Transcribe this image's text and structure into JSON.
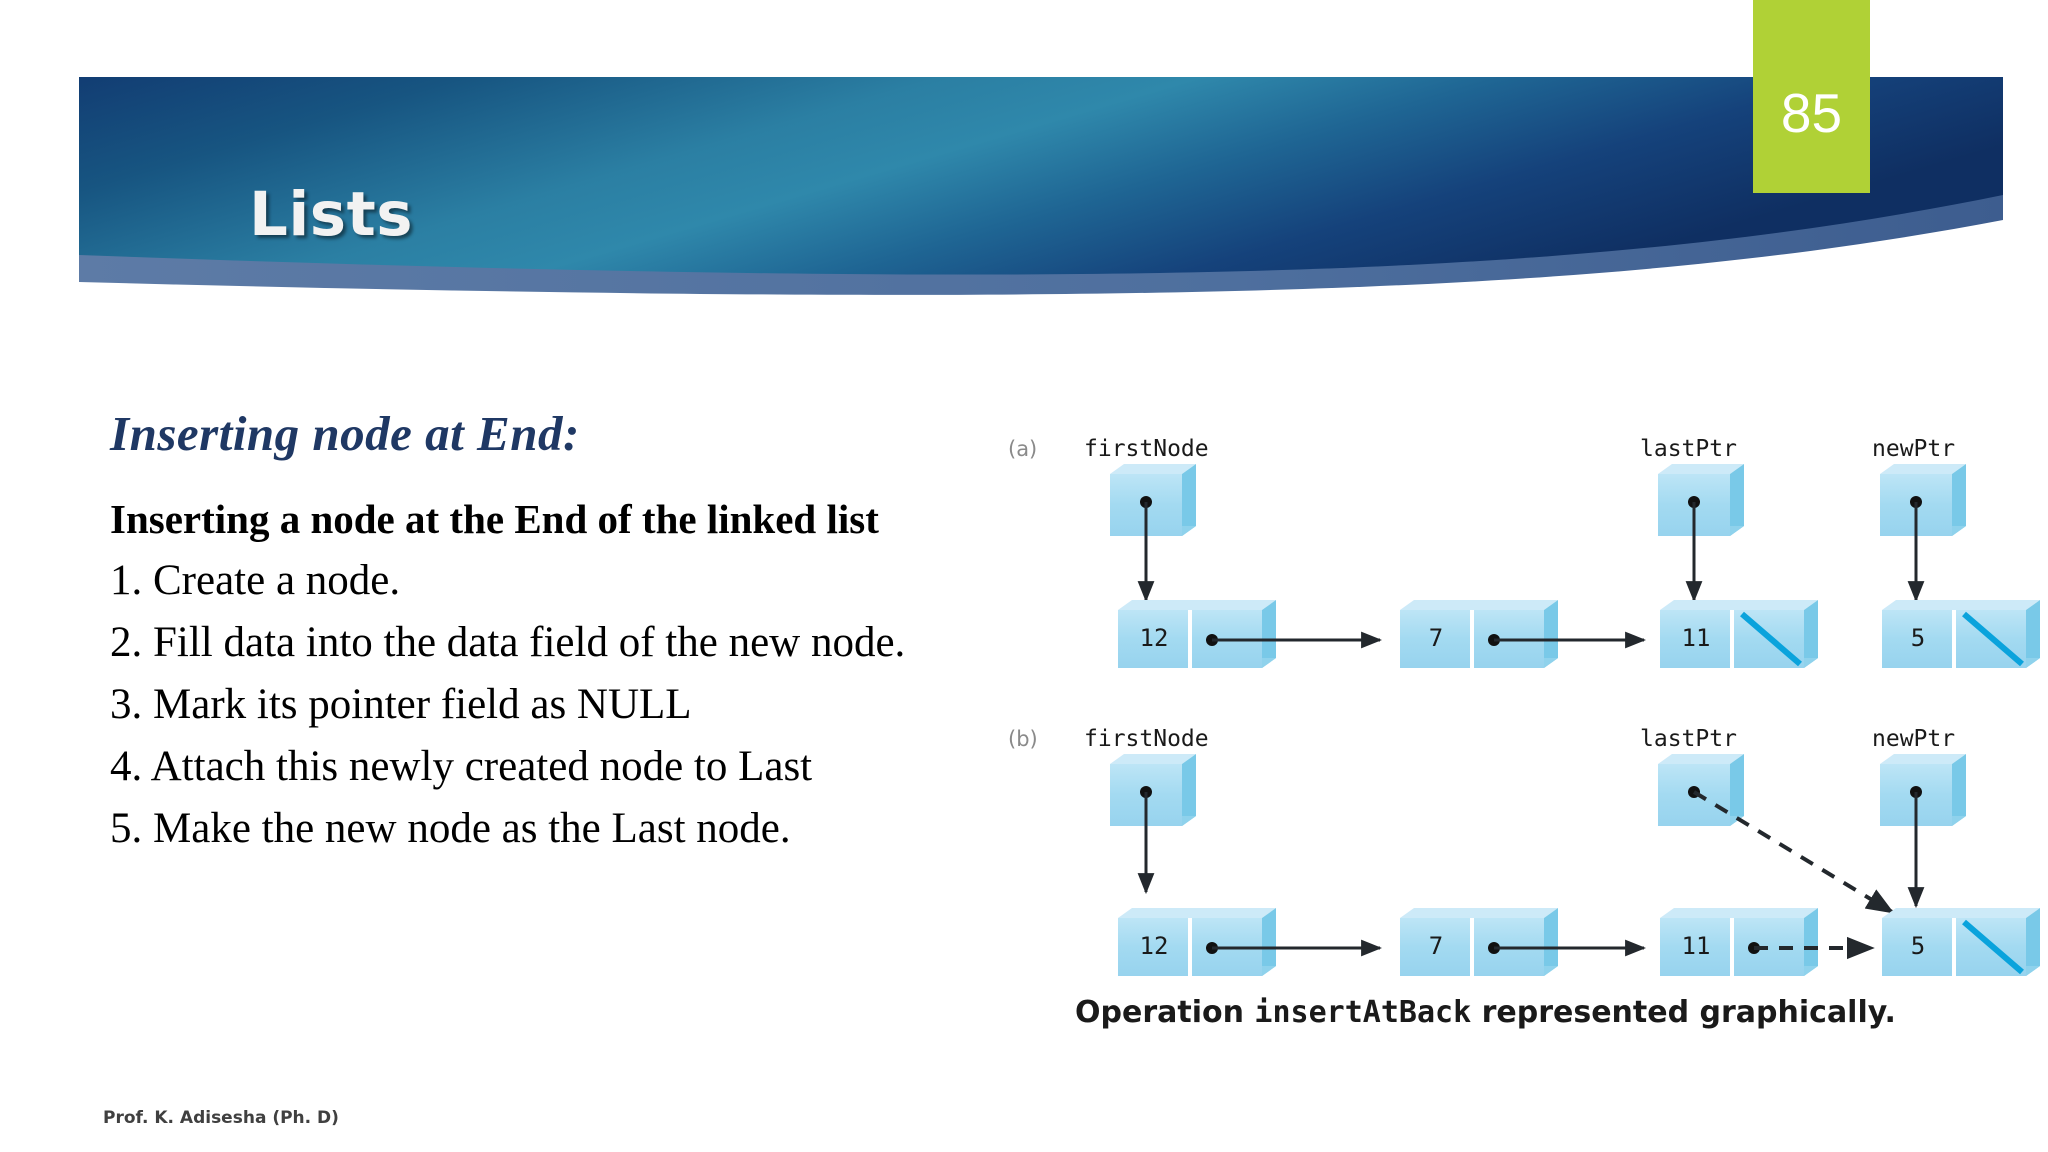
{
  "slide": {
    "title": "Lists",
    "number": "85",
    "footer": "Prof. K. Adisesha (Ph. D)",
    "accent_green": "#b0d136",
    "banner_dark": "#123d73",
    "banner_teal": "#2f84a8",
    "heading_color": "#1f3864"
  },
  "content": {
    "lead": "Inserting node at End:",
    "lines": [
      "Inserting a node at the End of the linked list",
      "1. Create a node.",
      "2. Fill data into the data field of the new node.",
      "3. Mark its pointer field as NULL",
      "4. Attach this newly created node to Last",
      "5. Make the new node as the Last node."
    ]
  },
  "figure": {
    "caption_pre": "Operation ",
    "caption_mono": "insertAtBack",
    "caption_post": " represented graphically.",
    "panel_a_label": "(a)",
    "panel_b_label": "(b)",
    "pointers": {
      "first": "firstNode",
      "last": "lastPtr",
      "new": "newPtr"
    },
    "panel_a": {
      "list_values": [
        "12",
        "7",
        "11"
      ],
      "detached_value": "5"
    },
    "panel_b": {
      "list_values": [
        "12",
        "7",
        "11"
      ],
      "appended_value": "5"
    },
    "node_fill": "#a8dcf0",
    "node_top": "#cdeaf8",
    "node_shadow": "#6fc4e4",
    "null_slash": "#0aa3dc"
  }
}
